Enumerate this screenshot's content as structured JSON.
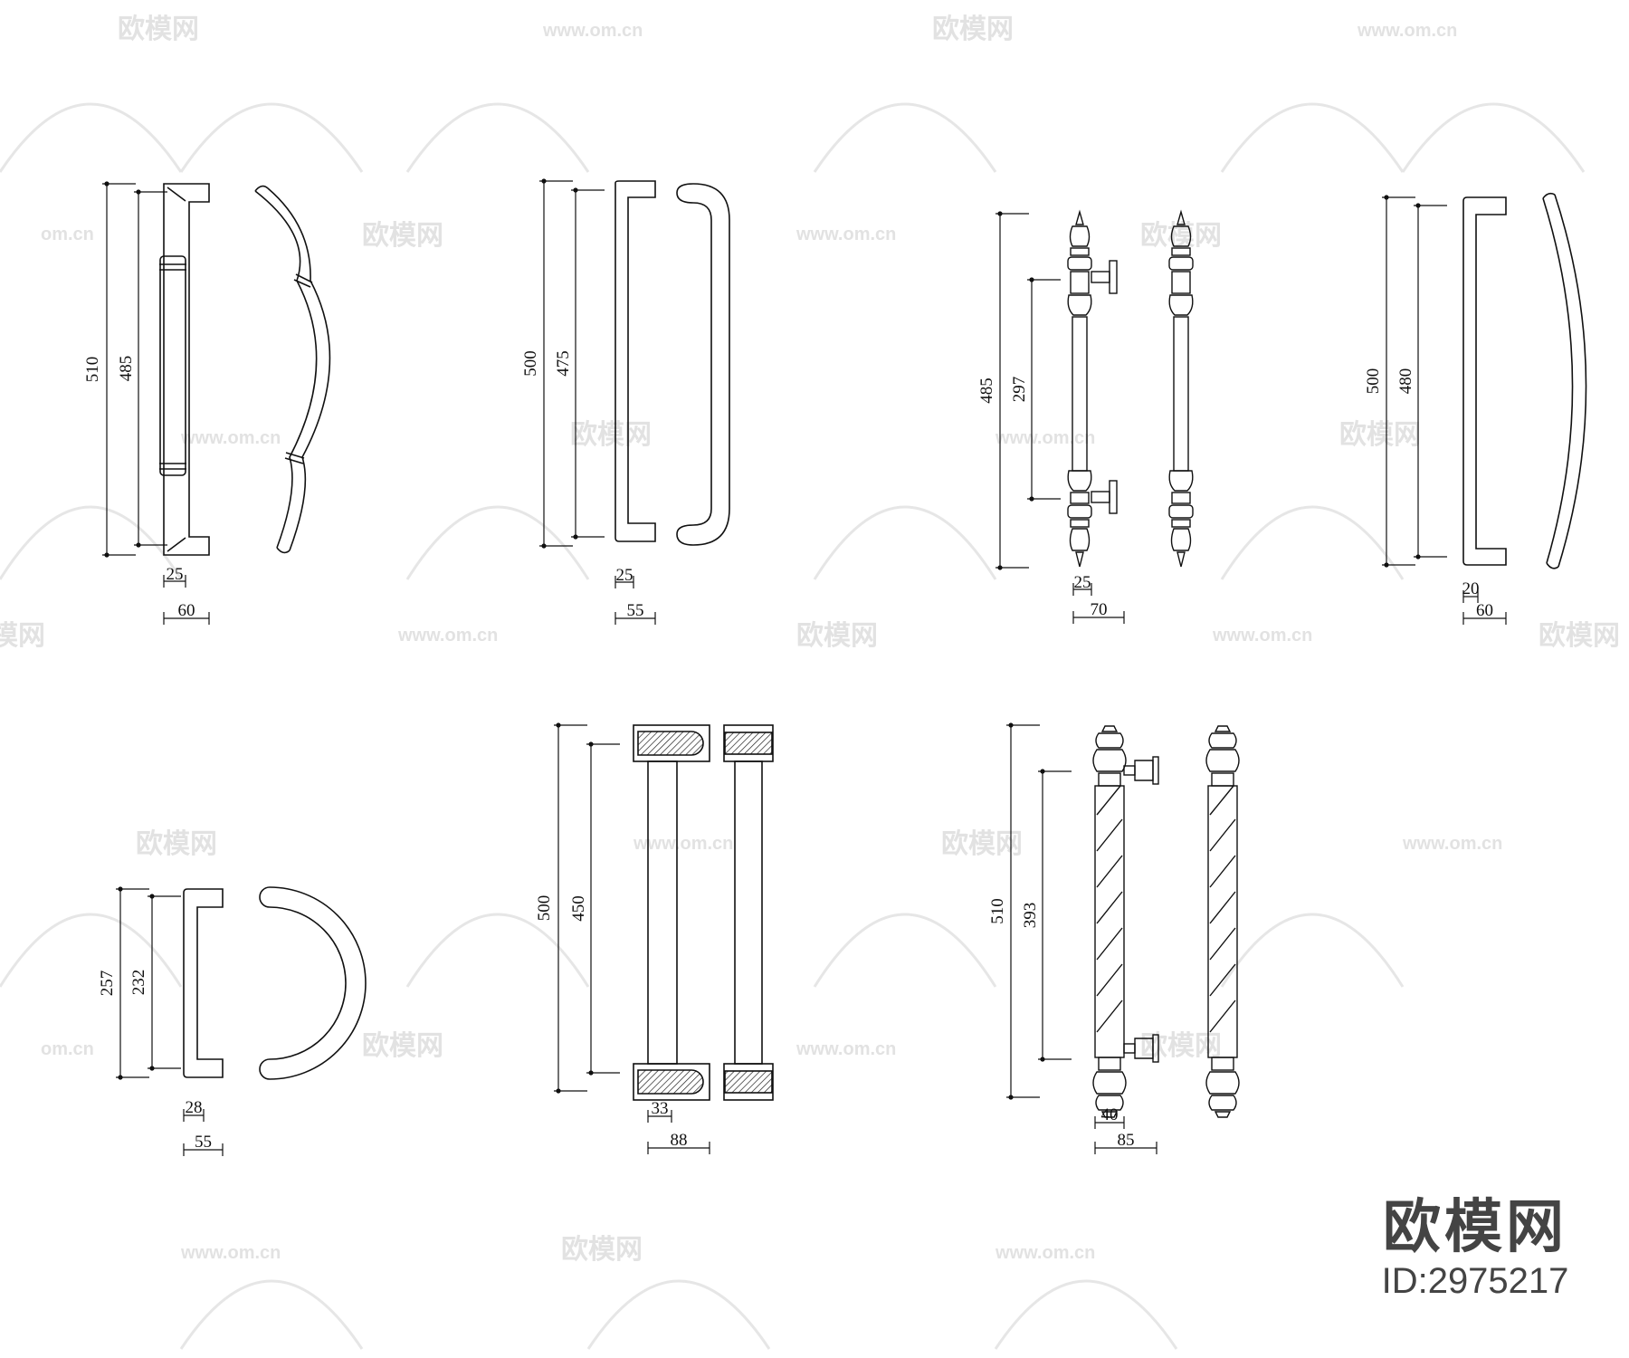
{
  "watermark": {
    "brand": "欧模网",
    "url": "www.om.cn",
    "url_short": "om.cn"
  },
  "brand_mark": {
    "name": "欧模网",
    "id_text": "ID:2975217"
  },
  "handles": [
    {
      "id": "h1",
      "dims": {
        "total": "510",
        "inner": "485",
        "bar": "25",
        "depth": "60"
      }
    },
    {
      "id": "h2",
      "dims": {
        "total": "500",
        "inner": "475",
        "bar": "25",
        "depth": "55"
      }
    },
    {
      "id": "h3",
      "dims": {
        "total": "485",
        "inner": "297",
        "bar": "25",
        "depth": "70"
      }
    },
    {
      "id": "h4",
      "dims": {
        "total": "500",
        "inner": "480",
        "bar": "20",
        "depth": "60"
      }
    },
    {
      "id": "h5",
      "dims": {
        "total": "257",
        "inner": "232",
        "bar": "28",
        "depth": "55"
      }
    },
    {
      "id": "h6",
      "dims": {
        "total": "500",
        "inner": "450",
        "bar": "33",
        "depth": "88"
      }
    },
    {
      "id": "h7",
      "dims": {
        "total": "510",
        "inner": "393",
        "bar": "40",
        "depth": "85"
      }
    }
  ]
}
